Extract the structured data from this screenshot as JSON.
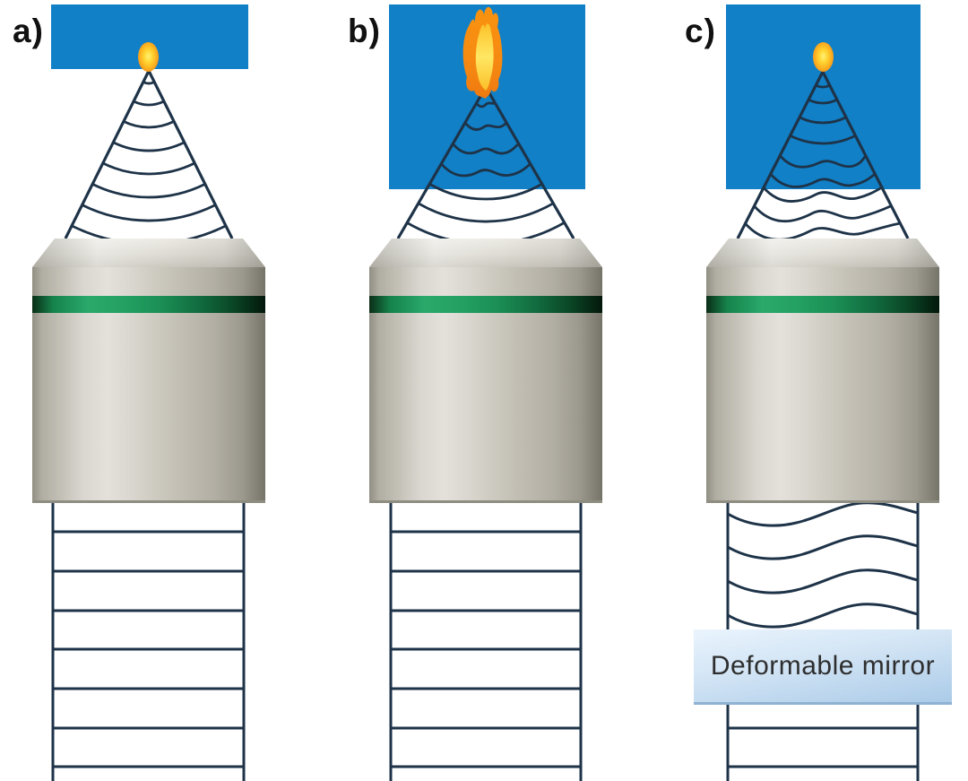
{
  "panels": [
    {
      "label": "a)"
    },
    {
      "label": "b)"
    },
    {
      "label": "c)"
    }
  ],
  "annotations": {
    "deformable_mirror": "Deformable mirror"
  },
  "colors": {
    "sample_blue": "#1180c7",
    "wavefront_navy": "#1e3348",
    "objective_metal_light": "#e3e1da",
    "objective_metal_dark": "#767369",
    "objective_green_band": "#23a062",
    "source_core_yellow": "#ffd633",
    "source_rim_orange": "#ee7d13",
    "mirror_box_blue_top": "#eaf4fd",
    "mirror_box_blue_bottom": "#abcbe8",
    "background": "#ffffff"
  }
}
